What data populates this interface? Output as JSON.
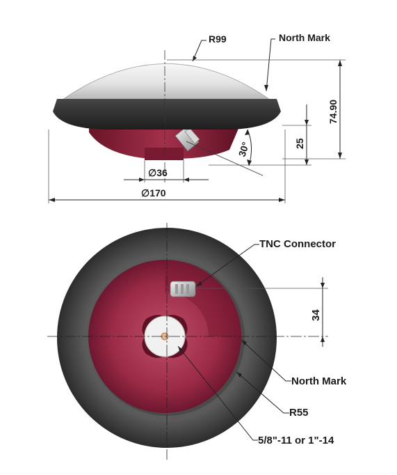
{
  "side_view": {
    "radius_label": "R99",
    "north_mark_label": "North Mark",
    "height_label": "74.90",
    "base_height_label": "25",
    "angle_label": "30°",
    "stem_diameter_label": "∅36",
    "outer_diameter_label": "∅170"
  },
  "bottom_view": {
    "connector_label": "TNC Connector",
    "offset_label": "34",
    "north_mark_label": "North Mark",
    "radius_label": "R55",
    "thread_label": "5/8\"-11 or 1\"-14"
  },
  "colors": {
    "radome_light": "#eeeeee",
    "radome_dark": "#a9a9a9",
    "rim": "#2b2b2b",
    "base_red": "#8e2039",
    "base_red_dark": "#5e1124",
    "outer_ring": "#3d3d3d"
  }
}
